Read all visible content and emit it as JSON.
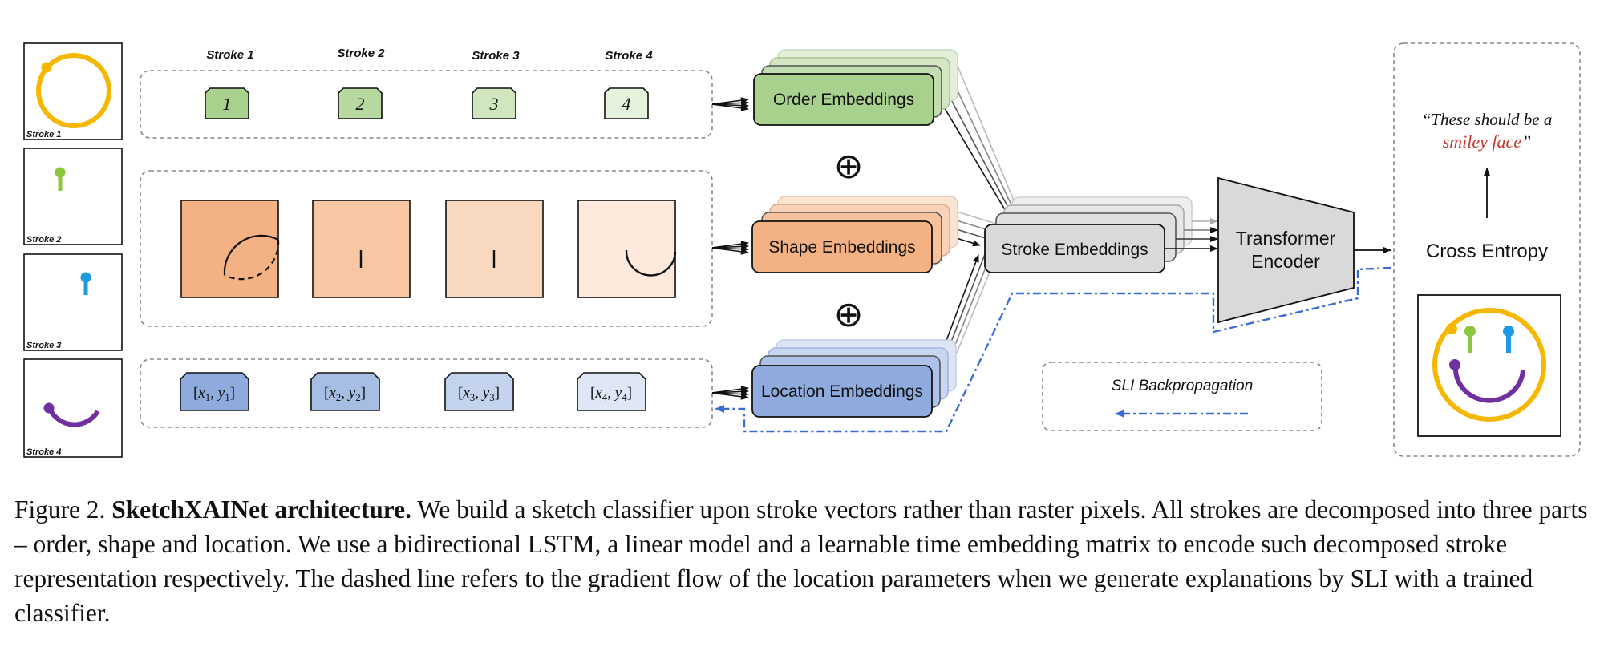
{
  "figure": {
    "stroke_headers": [
      "Stroke 1",
      "Stroke 2",
      "Stroke 3",
      "Stroke 4"
    ],
    "stroke_panel_labels": [
      "Stroke 1",
      "Stroke 2",
      "Stroke 3",
      "Stroke 4"
    ],
    "order_tokens": [
      "1",
      "2",
      "3",
      "4"
    ],
    "location_tokens": [
      {
        "x": "x",
        "xsub": "1",
        "y": "y",
        "ysub": "1"
      },
      {
        "x": "x",
        "xsub": "2",
        "y": "y",
        "ysub": "2"
      },
      {
        "x": "x",
        "xsub": "3",
        "y": "y",
        "ysub": "3"
      },
      {
        "x": "x",
        "xsub": "4",
        "y": "y",
        "ysub": "4"
      }
    ],
    "order_embeddings": "Order Embeddings",
    "shape_embeddings": "Shape Embeddings",
    "location_embeddings": "Location Embeddings",
    "stroke_embeddings": "Stroke Embeddings",
    "transformer_line1": "Transformer",
    "transformer_line2": "Encoder",
    "cross_entropy": "Cross Entropy",
    "quote_line1": "“These should be a",
    "quote_highlight": "smiley face",
    "quote_close": "”",
    "sli_backprop": "SLI Backpropagation",
    "plus_symbol": "⊕",
    "colors": {
      "order_green": "#a9d18e",
      "shape_orange": "#f4b183",
      "location_blue": "#8faadc",
      "stroke_gray": "#d9d9d9",
      "smiley_yellow": "#f5b700",
      "stroke2_green": "#8dc63f",
      "stroke3_blue": "#1e9be0",
      "stroke4_purple": "#7030a0",
      "backprop_blue": "#3a6cd6",
      "quote_red": "#c0392b"
    }
  },
  "caption": {
    "label": "Figure 2.",
    "title": "SketchXAINet architecture.",
    "body": "We build a sketch classifier upon stroke vectors rather than raster pixels. All strokes are decomposed into three parts – order, shape and location. We use a bidirectional LSTM, a linear model and a learnable time embedding matrix to encode such decomposed stroke representation respectively. The dashed line refers to the gradient flow of the location parameters when we generate explanations by SLI with a trained classifier."
  }
}
